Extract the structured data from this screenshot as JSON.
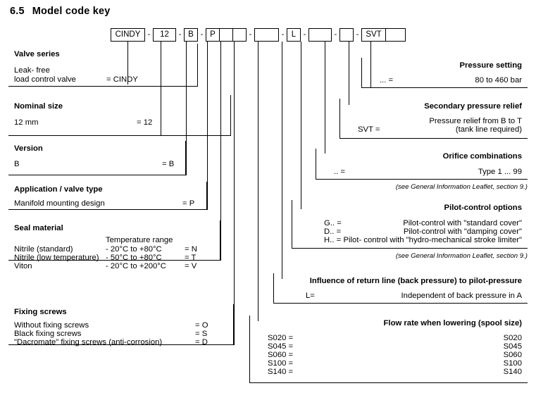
{
  "heading": {
    "number": "6.5",
    "text": "Model code key"
  },
  "model_code": {
    "groups": [
      {
        "cells": [
          "CINDY"
        ]
      },
      {
        "cells": [
          "12"
        ]
      },
      {
        "cells": [
          "B"
        ]
      },
      {
        "cells": [
          "P",
          "",
          ""
        ]
      },
      {
        "cells": [
          ""
        ]
      },
      {
        "cells": [
          "L"
        ]
      },
      {
        "cells": [
          ""
        ]
      },
      {
        "cells": [
          ""
        ]
      },
      {
        "cells": [
          "SVT",
          ""
        ]
      }
    ],
    "separator": "-"
  },
  "left_sections": [
    {
      "title": "Valve series",
      "rows": [
        {
          "label": "Leak- free",
          "label2": "load control valve",
          "code": "= CINDY"
        }
      ]
    },
    {
      "title": "Nominal size",
      "rows": [
        {
          "label": "12 mm",
          "code": "= 12"
        }
      ]
    },
    {
      "title": "Version",
      "rows": [
        {
          "label": "B",
          "code": "= B"
        }
      ]
    },
    {
      "title": "Application / valve type",
      "rows": [
        {
          "label": "Manifold mounting design",
          "code": "= P"
        }
      ]
    },
    {
      "title": "Seal material",
      "column_header": "Temperature range",
      "rows": [
        {
          "label": "Nitrile  (standard)",
          "middle": "- 20°C to +80°C",
          "code": "= N"
        },
        {
          "label": "Nitrile  (low temperature)",
          "middle": "- 50°C to +80°C",
          "code": "= T"
        },
        {
          "label": "Viton",
          "middle": "- 20°C to +200°C",
          "code": "= V"
        }
      ]
    },
    {
      "title": "Fixing screws",
      "rows": [
        {
          "label": "Without fixing screws",
          "code": "= O"
        },
        {
          "label": "Black fixing screws",
          "code": "= S"
        },
        {
          "label": "\"Dacromate\" fixing screws (anti-corrosion)",
          "code": "= D"
        }
      ]
    }
  ],
  "right_sections": [
    {
      "title": "Pressure setting",
      "rows": [
        {
          "key": "... =",
          "value": "80 to 460 bar"
        }
      ]
    },
    {
      "title": "Secondary pressure relief",
      "rows": [
        {
          "key": "SVT =",
          "value": "Pressure relief from B to T",
          "value2": "(tank line required)"
        }
      ]
    },
    {
      "title": "Orifice combinations",
      "rows": [
        {
          "key": ".. =",
          "value": "Type 1 ... 99"
        }
      ],
      "note": "(see General Information Leaflet, section 9.)"
    },
    {
      "title": "Pilot-control options",
      "rows": [
        {
          "key": "G.. =",
          "value": "Pilot-control with \"standard cover\""
        },
        {
          "key": "D.. =",
          "value": "Pilot-control with \"damping cover\""
        },
        {
          "key": "H.. =",
          "value": "Pilot- control with \"hydro-mechanical stroke limiter\""
        }
      ],
      "note": "(see General Information Leaflet, section 9.)"
    },
    {
      "title": "Influence of return line (back pressure) to pilot-pressure",
      "rows": [
        {
          "key": "L=",
          "value": "Independent of back pressure in A"
        }
      ]
    },
    {
      "title": "Flow rate when lowering (spool size)",
      "rows": [
        {
          "key": "S020 =",
          "value": "S020"
        },
        {
          "key": "S045 =",
          "value": "S045"
        },
        {
          "key": "S060 =",
          "value": "S060"
        },
        {
          "key": "S100 =",
          "value": "S100"
        },
        {
          "key": "S140 =",
          "value": "S140"
        }
      ]
    }
  ]
}
